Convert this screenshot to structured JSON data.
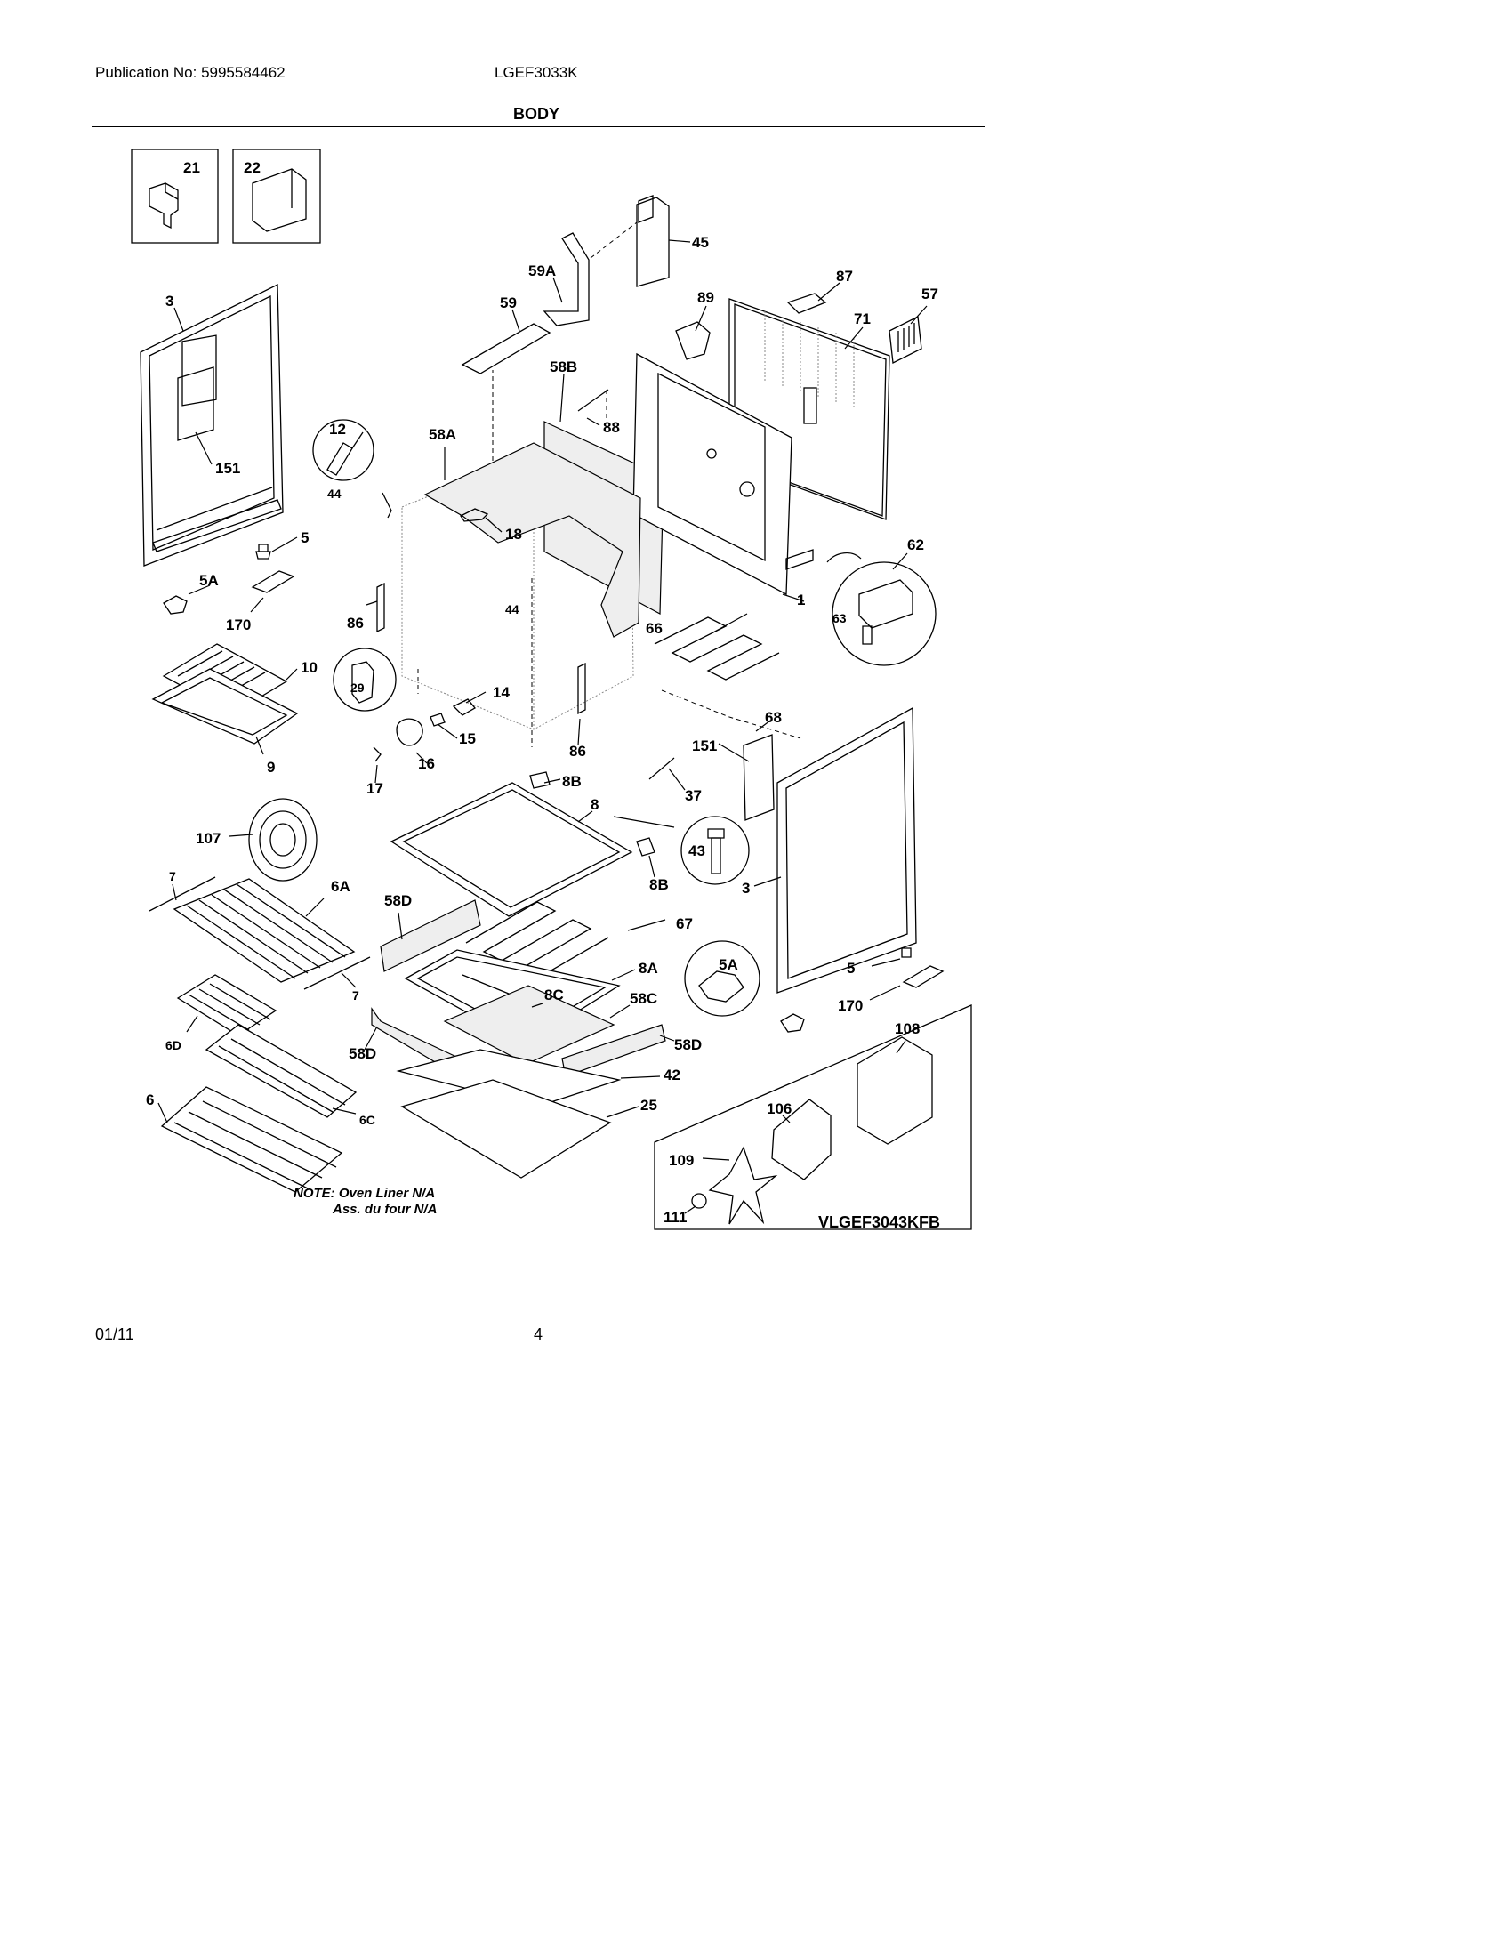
{
  "header": {
    "publication": "Publication No: 5995584462",
    "model": "LGEF3033K",
    "section_title": "BODY"
  },
  "footer": {
    "date": "01/11",
    "page_number": "4"
  },
  "diagram": {
    "note_line1": "NOTE: Oven Liner N/A",
    "note_line2": "Ass. du four N/A",
    "inset_model": "VLGEF3043KFB",
    "part_labels": {
      "p1": "1",
      "p3a": "3",
      "p3b": "3",
      "p5a": "5",
      "p5b": "5",
      "p5A_a": "5A",
      "p5A_b": "5A",
      "p6": "6",
      "p6A": "6A",
      "p6C": "6C",
      "p6D": "6D",
      "p7a": "7",
      "p7b": "7",
      "p8": "8",
      "p8A": "8A",
      "p8Ba": "8B",
      "p8Bb": "8B",
      "p8C": "8C",
      "p9": "9",
      "p10": "10",
      "p12": "12",
      "p14": "14",
      "p15": "15",
      "p16": "16",
      "p17": "17",
      "p18": "18",
      "p21": "21",
      "p22": "22",
      "p25": "25",
      "p29": "29",
      "p37": "37",
      "p42": "42",
      "p43": "43",
      "p44a": "44",
      "p44b": "44",
      "p45": "45",
      "p57": "57",
      "p58A": "58A",
      "p58B": "58B",
      "p58C": "58C",
      "p58Da": "58D",
      "p58Db": "58D",
      "p58Dc": "58D",
      "p59": "59",
      "p59A": "59A",
      "p62": "62",
      "p63": "63",
      "p66": "66",
      "p67": "67",
      "p68": "68",
      "p71": "71",
      "p86a": "86",
      "p86b": "86",
      "p87": "87",
      "p88": "88",
      "p89": "89",
      "p106": "106",
      "p107": "107",
      "p108": "108",
      "p109": "109",
      "p111": "111",
      "p151a": "151",
      "p151b": "151",
      "p170a": "170",
      "p170b": "170"
    }
  }
}
